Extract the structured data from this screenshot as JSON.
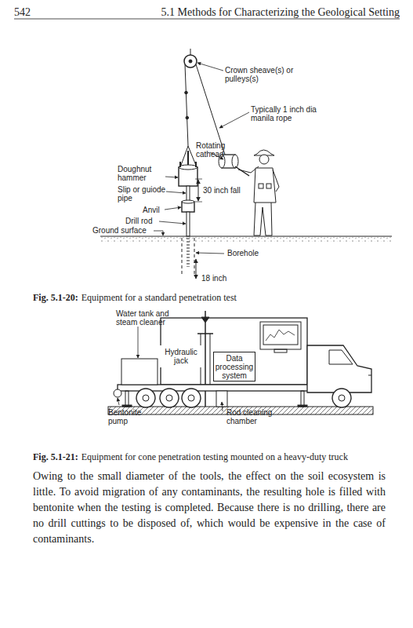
{
  "diagram": {
    "nodes": [
      {
        "text": [
          "Hydraulic jack"
        ]
      },
      {
        "text": [
          "Data processing system"
        ]
      }
    ],
    "labels": [
      "542",
      "5.1 Methods for Characterizing the Geological Setting",
      "Crown sheave(s) or pulleys(s)",
      "Typically 1 inch dia manila rope",
      "Rotating cathead",
      "Doughnut hammer",
      "Slip or guiode pipe",
      "30 inch fall",
      "Anvil",
      "Drill rod",
      "Ground surface",
      "Borehole",
      "18 inch",
      "Fig. 5.1-20:",
      "Equipment for a standard penetration test",
      "Water tank and steam cleaner",
      "Bentonite pump",
      "Rod cleaning chamber",
      "Fig. 5.1-21:",
      "Equipment for cone penetration testing mounted on a heavy-duty truck",
      "Owing to the small diameter of the tools, the effect on the soil ecosystem is little. To avoid migration of any contaminants, the resulting hole is filled with bentonite when the testing is completed. Because there is no drilling, there are no drill cuttings to be disposed of, which would be expensive in the case of contaminants."
    ]
  }
}
